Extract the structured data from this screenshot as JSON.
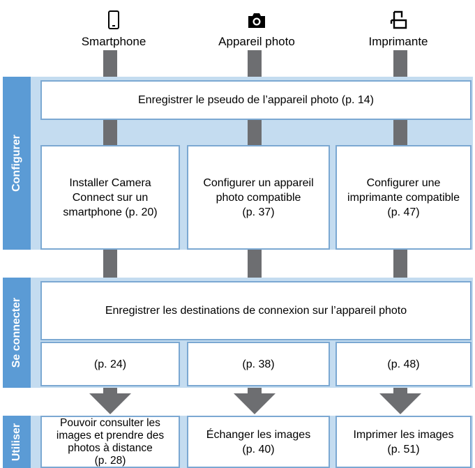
{
  "colors": {
    "band": "#c4dcf0",
    "side_tab": "#5b9bd5",
    "box_border": "#7ba8d2",
    "connector": "#6d6e71"
  },
  "devices": [
    {
      "icon": "smartphone-icon",
      "label": "Smartphone"
    },
    {
      "icon": "camera-icon",
      "label": "Appareil photo"
    },
    {
      "icon": "printer-icon",
      "label": "Imprimante"
    }
  ],
  "sections": {
    "configure": {
      "label": "Configurer",
      "nickname_box": "Enregistrer le pseudo de l’appareil photo (p. 14)",
      "boxes": [
        "Installer Camera\nConnect sur un\nsmartphone (p. 20)",
        "Configurer un appareil\nphoto compatible\n(p. 37)",
        "Configurer une\nimprimante compatible\n(p. 47)"
      ]
    },
    "connect": {
      "label": "Se connecter",
      "main_box": "Enregistrer les destinations de connexion sur l’appareil photo",
      "pages": [
        "(p. 24)",
        "(p. 38)",
        "(p. 48)"
      ]
    },
    "use": {
      "label": "Utiliser",
      "boxes": [
        "Pouvoir consulter les\nimages et prendre des\nphotos à distance\n(p. 28)",
        "Échanger les images\n(p. 40)",
        "Imprimer les images\n(p. 51)"
      ]
    }
  }
}
